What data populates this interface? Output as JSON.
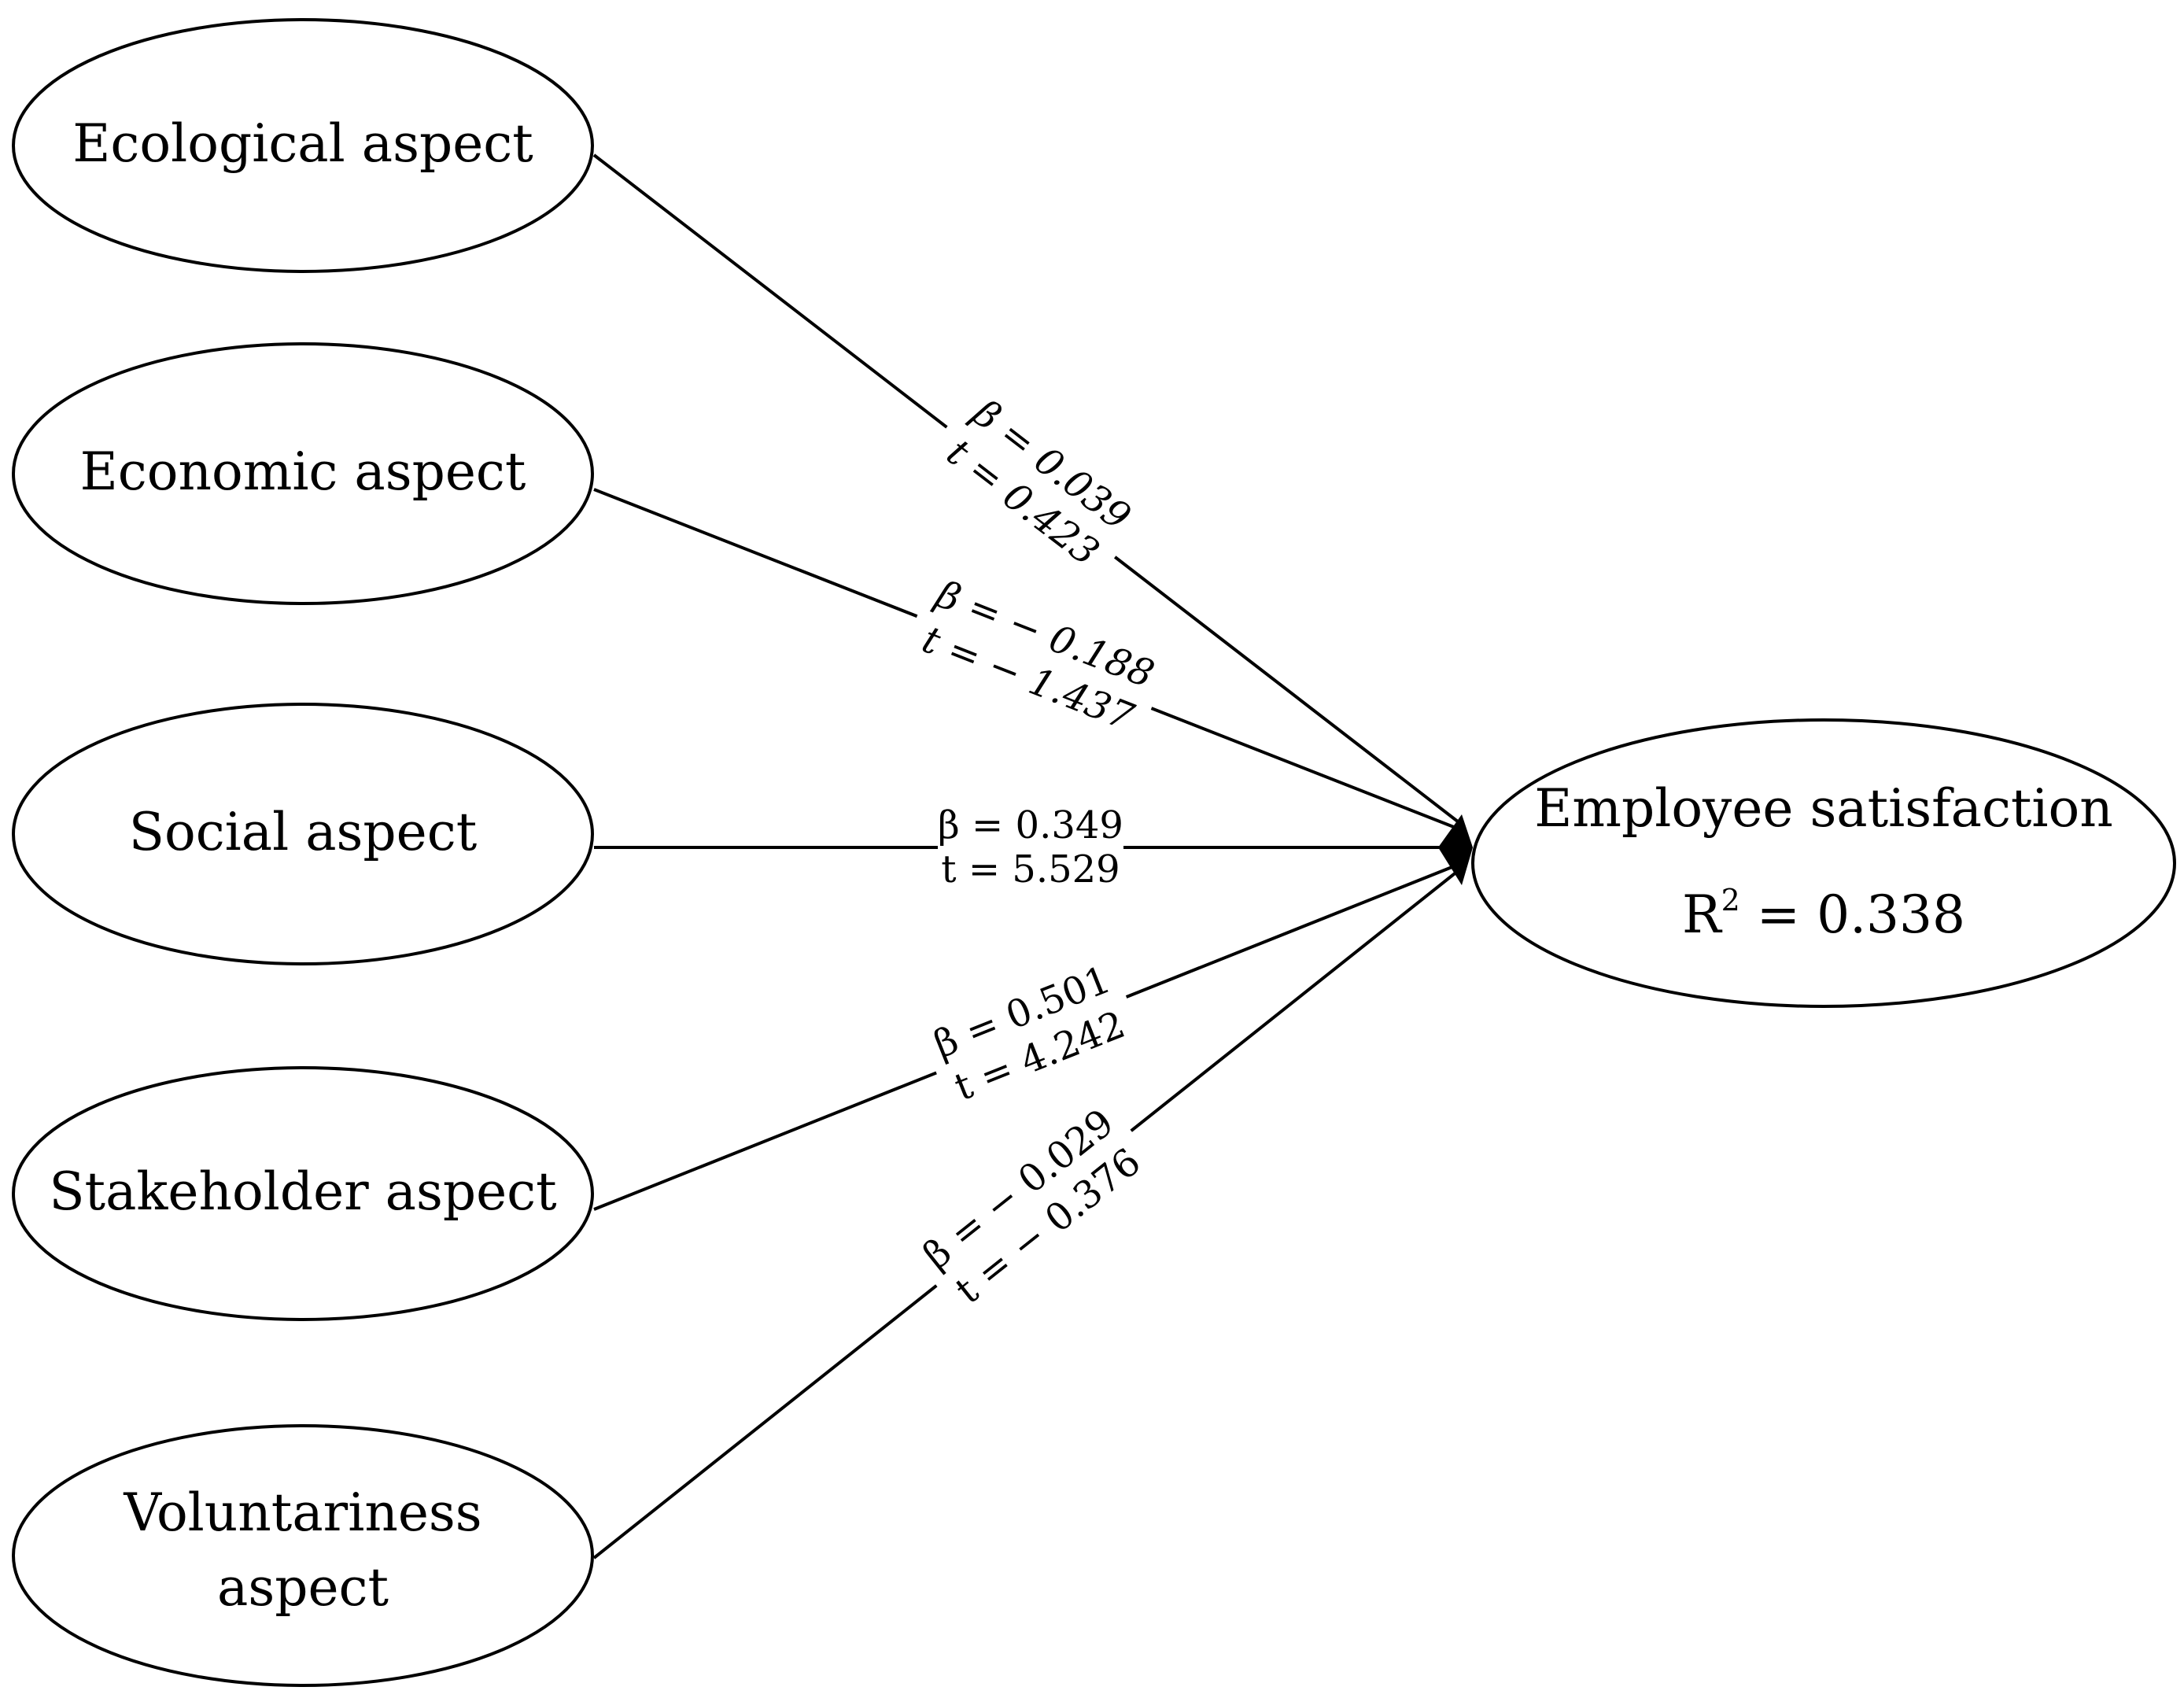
{
  "predictors": [
    {
      "id": "ecological",
      "lines": [
        "Ecological aspect"
      ],
      "beta": "β = 0.039",
      "t": "t = 0.423",
      "italic": true
    },
    {
      "id": "economic",
      "lines": [
        "Economic aspect"
      ],
      "beta": "β = − 0.188",
      "t": "t = − 1.437",
      "italic": true
    },
    {
      "id": "social",
      "lines": [
        "Social aspect"
      ],
      "beta": "β = 0.349",
      "t": "t = 5.529",
      "italic": false
    },
    {
      "id": "stakeholder",
      "lines": [
        "Stakeholder aspect"
      ],
      "beta": "β = 0.501",
      "t": "t = 4.242",
      "italic": false
    },
    {
      "id": "voluntariness",
      "lines": [
        "Voluntariness",
        "aspect"
      ],
      "beta": "β = − 0.029",
      "t": "t = − 0.376",
      "italic": false
    }
  ],
  "outcome": {
    "label": "Employee satisfaction",
    "r2_prefix": "R",
    "r2_sup": "2",
    "r2_value": " = 0.338"
  },
  "colors": {
    "stroke": "#000000",
    "background": "#ffffff",
    "text": "#000000"
  }
}
